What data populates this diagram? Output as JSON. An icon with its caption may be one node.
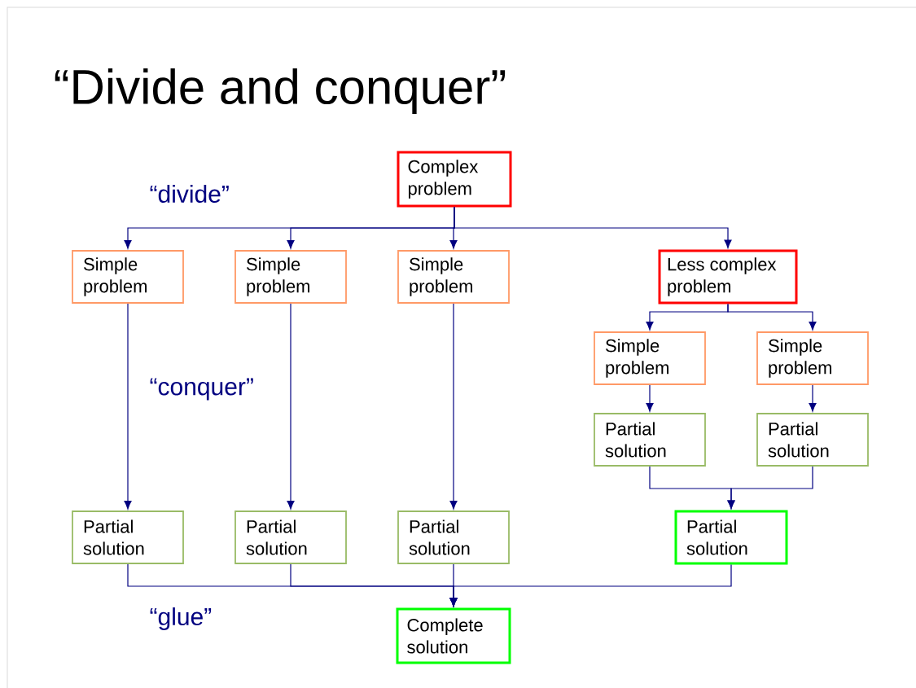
{
  "diagram": {
    "title": "“Divide and conquer”",
    "nodes": [
      {
        "text": [
          "Complex problem"
        ]
      },
      {
        "text": [
          "Simple problem"
        ]
      },
      {
        "text": [
          "Simple problem"
        ]
      },
      {
        "text": [
          "Simple problem"
        ]
      },
      {
        "text": [
          "Less complex problem"
        ]
      },
      {
        "text": [
          "Simple problem"
        ]
      },
      {
        "text": [
          "Simple problem"
        ]
      },
      {
        "text": [
          "Partial solution"
        ]
      },
      {
        "text": [
          "Partial solution"
        ]
      },
      {
        "text": [
          "Partial solution"
        ]
      },
      {
        "text": [
          "Partial solution"
        ]
      },
      {
        "text": [
          "Partial solution"
        ]
      },
      {
        "text": [
          "Partial solution"
        ]
      },
      {
        "text": [
          "Complete solution"
        ]
      }
    ],
    "edges": [
      {
        "from": 0,
        "to": 1,
        "arrow": "to"
      },
      {
        "from": 0,
        "to": 2,
        "arrow": "to"
      },
      {
        "from": 0,
        "to": 3,
        "arrow": "to"
      },
      {
        "from": 0,
        "to": 4,
        "arrow": "to"
      },
      {
        "from": 1,
        "to": 9,
        "arrow": "to"
      },
      {
        "from": 2,
        "to": 10,
        "arrow": "to"
      },
      {
        "from": 3,
        "to": 11,
        "arrow": "to"
      },
      {
        "from": 4,
        "to": 5,
        "arrow": "to"
      },
      {
        "from": 4,
        "to": 6,
        "arrow": "to"
      },
      {
        "from": 5,
        "to": 7,
        "arrow": "to"
      },
      {
        "from": 6,
        "to": 8,
        "arrow": "to"
      },
      {
        "from": 7,
        "to": 12,
        "arrow": "to"
      },
      {
        "from": 8,
        "to": 12,
        "arrow": "to"
      },
      {
        "from": 9,
        "to": 13,
        "arrow": "to"
      },
      {
        "from": 10,
        "to": 13,
        "arrow": "to"
      },
      {
        "from": 11,
        "to": 13,
        "arrow": "to"
      },
      {
        "from": 12,
        "to": 13,
        "arrow": "to"
      }
    ],
    "labels": [
      "“divide”",
      "“conquer”",
      "“glue”"
    ]
  }
}
